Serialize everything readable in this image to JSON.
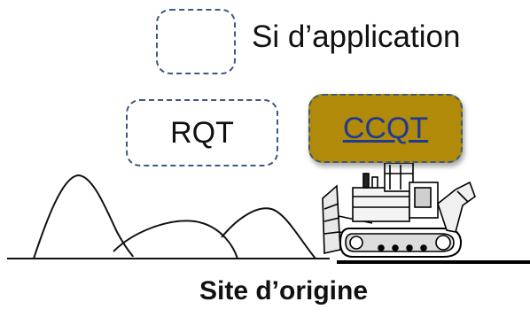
{
  "legend": {
    "text": "Si d’application"
  },
  "boxes": {
    "rqt": "RQT",
    "ccqt": "CCQT"
  },
  "site": {
    "label": "Site d’origine"
  },
  "colors": {
    "dash_border": "#3d5a80",
    "ccqt_fill": "#b08a08",
    "link": "#1f3a93"
  },
  "icons": {
    "machine": "bulldozer-icon",
    "terrain": "dirt-mounds"
  }
}
